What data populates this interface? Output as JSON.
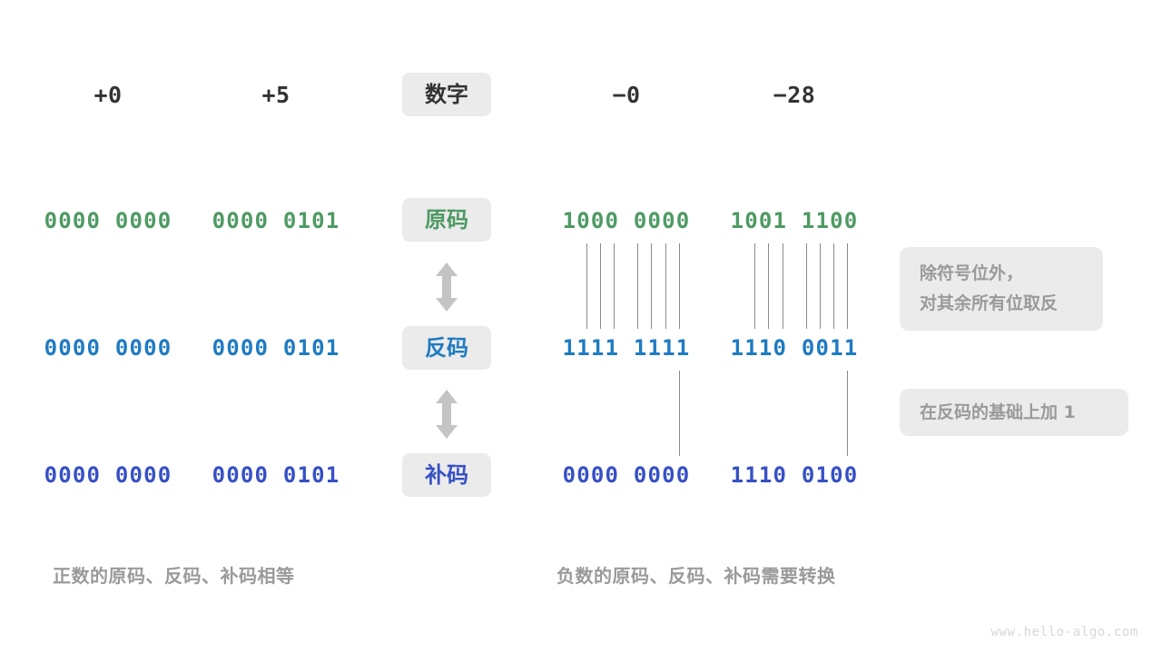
{
  "watermark": "www.hello-algo.com",
  "colors": {
    "sign_magnitude": "#4e9a63",
    "ones_complement": "#1f7bc1",
    "twos_complement": "#3650c4",
    "badge_bg": "#ebebeb",
    "note_text": "#9a9a9a",
    "header_text": "#333333",
    "connector_line": "#8a8a8a",
    "arrow": "#c4c4c4"
  },
  "header": {
    "label": "数字",
    "columns": [
      {
        "value": "+0"
      },
      {
        "value": "+5"
      },
      {
        "value": "−0"
      },
      {
        "value": "−28"
      }
    ]
  },
  "rows": [
    {
      "label": "原码",
      "color_key": "sign_magnitude",
      "values": [
        "0000 0000",
        "0000 0101",
        "1000 0000",
        "1001 1100"
      ]
    },
    {
      "label": "反码",
      "color_key": "ones_complement",
      "values": [
        "0000 0000",
        "0000 0101",
        "1111 1111",
        "1110 0011"
      ]
    },
    {
      "label": "补码",
      "color_key": "twos_complement",
      "values": [
        "0000 0000",
        "0000 0101",
        "0000 0000",
        "1110 0100"
      ]
    }
  ],
  "notes": [
    {
      "text": "除符号位外，\n对其余所有位取反"
    },
    {
      "text": "在反码的基础上加 1"
    }
  ],
  "captions": [
    {
      "text": "正数的原码、反码、补码相等"
    },
    {
      "text": "负数的原码、反码、补码需要转换"
    }
  ],
  "arrows": [
    {
      "name": "arrow-sign-to-ones"
    },
    {
      "name": "arrow-ones-to-twos"
    }
  ]
}
